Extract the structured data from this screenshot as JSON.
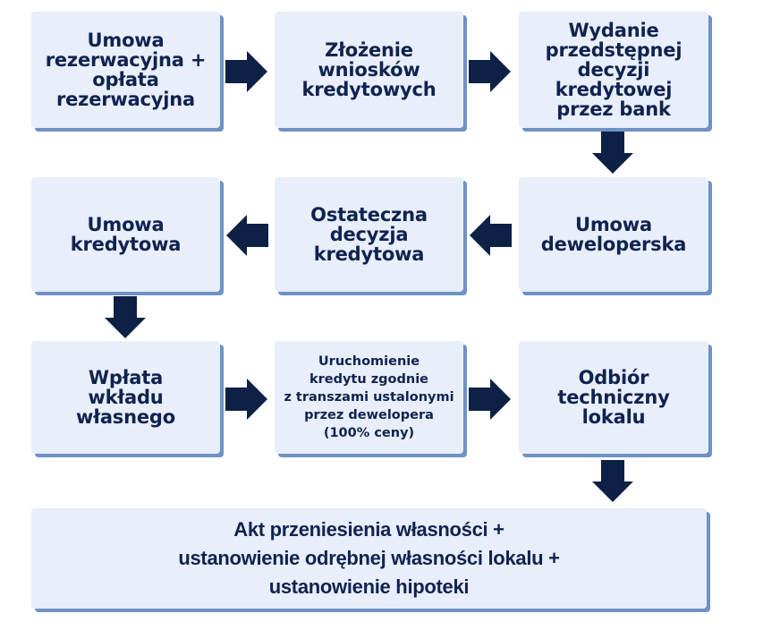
{
  "diagram": {
    "title": "Process of purchasing an apartment with a mortgage (Polish)",
    "colors": {
      "box_fill": "#e8eefa",
      "box_shadow": "#6f92c6",
      "text": "#0f2350",
      "arrow": "#0d2147",
      "background": "#ffffff"
    },
    "steps": [
      {
        "id": 1,
        "label": "Umowa\nrezerwacyjna +\nopłata\nrezerwacyjna"
      },
      {
        "id": 2,
        "label": "Złożenie\nwniosków\nkredytowych"
      },
      {
        "id": 3,
        "label": "Wydanie\nprzedstępnej\ndecyzji\nkredytowej\nprzez bank"
      },
      {
        "id": 4,
        "label": "Umowa\ndeweloperska"
      },
      {
        "id": 5,
        "label": "Ostateczna\ndecyzja\nkredytowa"
      },
      {
        "id": 6,
        "label": "Umowa\nkredytowa"
      },
      {
        "id": 7,
        "label": "Wpłata\nwkładu\nwłasnego"
      },
      {
        "id": 8,
        "label": "Uruchomienie\nkredytu zgodnie\nz transzami ustalonymi\nprzez dewelopera\n(100% ceny)"
      },
      {
        "id": 9,
        "label": "Odbiór\ntechniczny\nlokalu"
      },
      {
        "id": 10,
        "label": "Akt przeniesienia własności +\nustanowienie odrębnej własności lokalu +\nustanowienie hipoteki"
      }
    ],
    "arrows": [
      {
        "from": 1,
        "to": 2,
        "direction": "right"
      },
      {
        "from": 2,
        "to": 3,
        "direction": "right"
      },
      {
        "from": 3,
        "to": 4,
        "direction": "down"
      },
      {
        "from": 4,
        "to": 5,
        "direction": "left"
      },
      {
        "from": 5,
        "to": 6,
        "direction": "left"
      },
      {
        "from": 6,
        "to": 7,
        "direction": "down"
      },
      {
        "from": 7,
        "to": 8,
        "direction": "right"
      },
      {
        "from": 8,
        "to": 9,
        "direction": "right"
      },
      {
        "from": 9,
        "to": 10,
        "direction": "down"
      }
    ]
  }
}
